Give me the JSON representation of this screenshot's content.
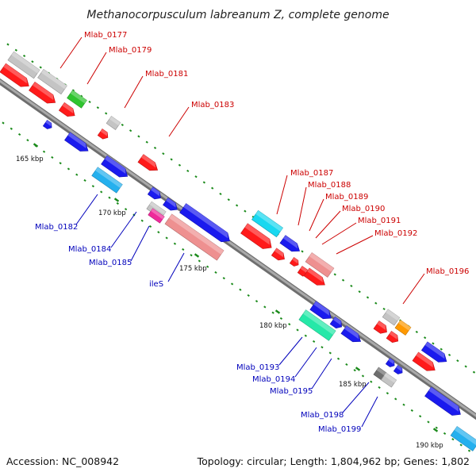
{
  "title": "Methanocorpusculum labreanum Z, complete genome",
  "footer": {
    "accession": "Accession: NC_008942",
    "summary": "Topology: circular; Length: 1,804,962 bp; Genes: 1,802"
  },
  "colors": {
    "backbone": "#8a8a8a",
    "tick": "#1a8a1a",
    "top_label": "#cc0000",
    "bottom_label": "#0000bb",
    "red": "#ff1a1a",
    "grey": "#c4c4c4",
    "blue": "#1a1aee",
    "cyan": "#19d8f0",
    "skyblue": "#25b0ee",
    "green": "#2fc42f",
    "pink": "#ee9090",
    "magenta": "#ee2a9a",
    "seagreen": "#26e8a8",
    "orange": "#ff9900",
    "darkgrey": "#6e6e6e"
  },
  "kbp_ticks": [
    "165 kbp",
    "170 kbp",
    "175 kbp",
    "180 kbp",
    "185 kbp",
    "190 kbp"
  ],
  "gene_labels_top": [
    "Mlab_0177",
    "Mlab_0179",
    "Mlab_0181",
    "Mlab_0183",
    "Mlab_0187",
    "Mlab_0188",
    "Mlab_0189",
    "Mlab_0190",
    "Mlab_0191",
    "Mlab_0192",
    "Mlab_0196"
  ],
  "gene_labels_bottom": [
    "Mlab_0182",
    "Mlab_0184",
    "Mlab_0185",
    "ileS",
    "Mlab_0193",
    "Mlab_0194",
    "Mlab_0195",
    "Mlab_0198",
    "Mlab_0199"
  ]
}
